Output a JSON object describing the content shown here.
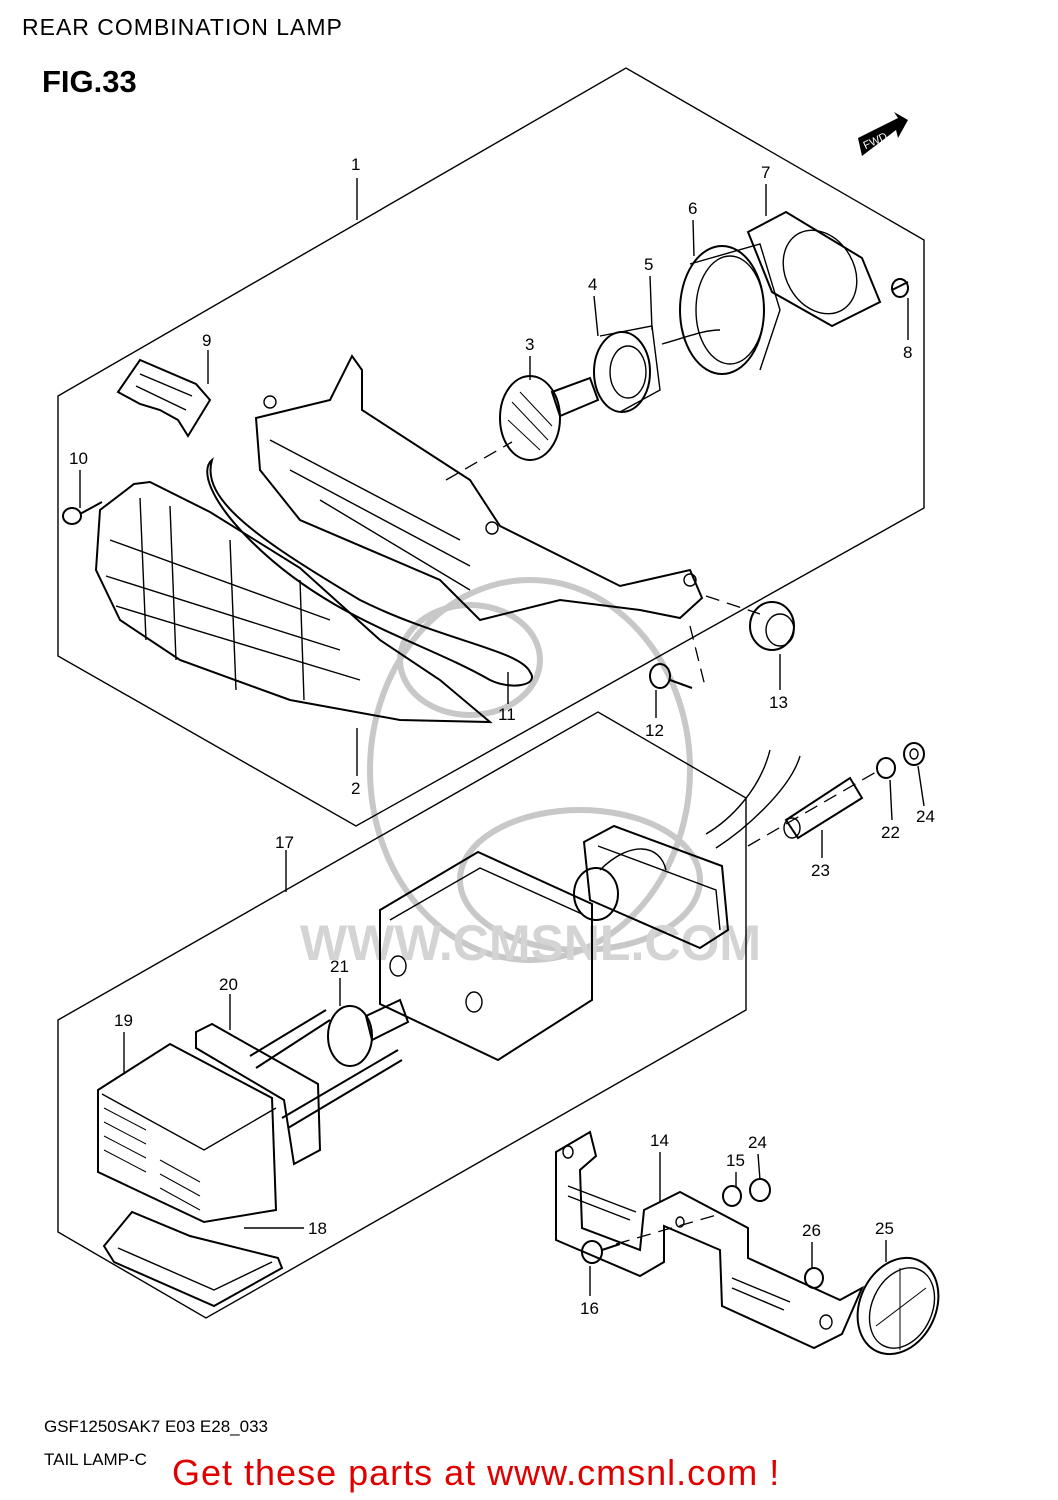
{
  "header": {
    "title": "REAR COMBINATION LAMP",
    "fig": "FIG.33"
  },
  "fwd_label": "FWD",
  "watermark": "WWW.CMSNL.COM",
  "callouts": [
    "1",
    "2",
    "3",
    "4",
    "5",
    "6",
    "7",
    "8",
    "9",
    "10",
    "11",
    "12",
    "13",
    "14",
    "15",
    "16",
    "17",
    "18",
    "19",
    "20",
    "21",
    "22",
    "23",
    "24",
    "24",
    "25",
    "26"
  ],
  "footer": {
    "model": "GSF1250SAK7 E03 E28_033",
    "figure_name": "TAIL LAMP-C",
    "promo": "Get these parts at www.cmsnl.com !"
  }
}
